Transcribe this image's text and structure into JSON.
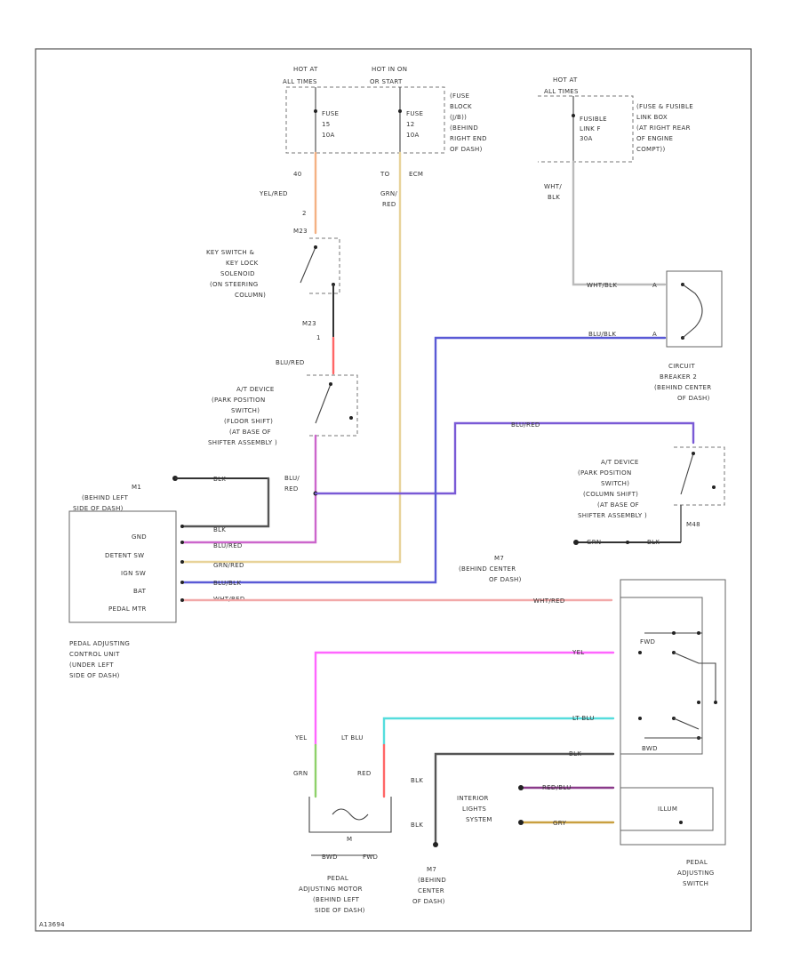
{
  "diagram_id": "A13694",
  "colors": {
    "yel_red": "#f4b183",
    "grn_red": "#e8d39a",
    "blu_red": "#cc66cc",
    "blu_blk": "#5a5ad6",
    "blu_wht": "#7a5ad6",
    "grn_red2": "#8fd16a",
    "pink": "#ff66ff",
    "lt_blu": "#55dddd",
    "red": "#ff6666",
    "wht_red": "#f2a9a9",
    "blk": "#555555",
    "gray": "#bbbbbb"
  },
  "power": {
    "hot_at_all_times_1": [
      "HOT AT",
      "ALL TIMES"
    ],
    "hot_in_on": [
      "HOT IN ON",
      "OR START"
    ],
    "fuse_15": [
      "FUSE",
      "15",
      "10A"
    ],
    "fuse_12": [
      "FUSE",
      "12",
      "10A"
    ],
    "fuse_block": [
      "(FUSE",
      "BLOCK",
      "(J/B))",
      "(BEHIND",
      "RIGHT END",
      "OF DASH)"
    ],
    "wire_40": "40",
    "wire_to_ecm": [
      "TO",
      "ECM"
    ],
    "hot_at_all_times_2": [
      "HOT AT",
      "ALL TIMES"
    ],
    "fusible_link": [
      "FUSIBLE",
      "LINK F",
      "30A"
    ],
    "fuse_box": [
      "(FUSE & FUSIBLE",
      "LINK BOX",
      "(AT RIGHT REAR",
      "OF ENGINE",
      "COMPT))"
    ],
    "wht_blk": [
      "WHT/",
      "BLK"
    ]
  },
  "key_switch": {
    "wire_color": "YEL/RED",
    "grn_red": [
      "GRN/",
      "RED"
    ],
    "pin_top": "2",
    "pin_bot": "1",
    "connector_top": "M23",
    "connector_bot": "M23",
    "label": [
      "KEY SWITCH &",
      "KEY LOCK",
      "SOLENOID",
      "(ON STEERING",
      "COLUMN)"
    ],
    "out_color": "BLU/RED"
  },
  "at_device_floor": {
    "label": [
      "A/T DEVICE",
      "(PARK POSITION",
      "SWITCH)",
      "(FLOOR SHIFT)",
      "(AT BASE OF",
      "SHIFTER ASSEMBLY )"
    ],
    "out_color": [
      "BLU/",
      "RED"
    ]
  },
  "circuit_breaker": {
    "in_wire": "WHT/BLK",
    "out_wire": "BLU/BLK",
    "pin_a": "A",
    "pin_b": "A",
    "label": [
      "CIRCUIT",
      "BREAKER 2",
      "(BEHIND CENTER",
      "OF DASH)"
    ]
  },
  "at_device_column": {
    "top_wire": "BLU/RED",
    "label": [
      "A/T DEVICE",
      "(PARK POSITION",
      "SWITCH)",
      "(COLUMN SHIFT)",
      "(AT BASE OF",
      "SHIFTER ASSEMBLY )"
    ],
    "pin": "M48",
    "gnd_left": "GRN",
    "gnd_right": "BLK"
  },
  "ground_m7": {
    "label": [
      "M7",
      "(BEHIND CENTER",
      "OF DASH)"
    ]
  },
  "ground_m1": {
    "label": [
      "M1",
      "(BEHIND LEFT",
      "SIDE OF DASH)"
    ],
    "wire": "BLK"
  },
  "control_unit": {
    "pins": [
      "GND",
      "DETENT SW",
      "IGN SW",
      "BAT",
      "PEDAL MTR"
    ],
    "wires": [
      "BLK",
      "BLU/RED",
      "GRN/RED",
      "BLU/BLK",
      "WHT/RED"
    ],
    "label": [
      "PEDAL ADJUSTING",
      "CONTROL UNIT",
      "(UNDER LEFT",
      "SIDE OF DASH)"
    ]
  },
  "adjusting_switch": {
    "wires": [
      "WHT/RED",
      "YEL",
      "LT BLU",
      "BLK",
      "RED/BLU",
      "GRY"
    ],
    "fwd": "FWD",
    "bwd": "BWD",
    "illum": "ILLUM",
    "label": [
      "PEDAL",
      "ADJUSTING",
      "SWITCH"
    ]
  },
  "motor": {
    "left_top": "YEL",
    "left_bot": "GRN",
    "right_top": "LT BLU",
    "right_bot": "RED",
    "m": "M",
    "bwd": "BWD",
    "fwd": "FWD",
    "label": [
      "PEDAL",
      "ADJUSTING MOTOR",
      "(BEHIND LEFT",
      "SIDE OF DASH)"
    ]
  },
  "interior_lights": {
    "label": [
      "INTERIOR",
      "LIGHTS",
      "SYSTEM"
    ],
    "blk_top": "BLK",
    "blk_bot": "BLK"
  },
  "ground_m7b": {
    "label": [
      "M7",
      "(BEHIND",
      "CENTER",
      "OF DASH)"
    ]
  }
}
